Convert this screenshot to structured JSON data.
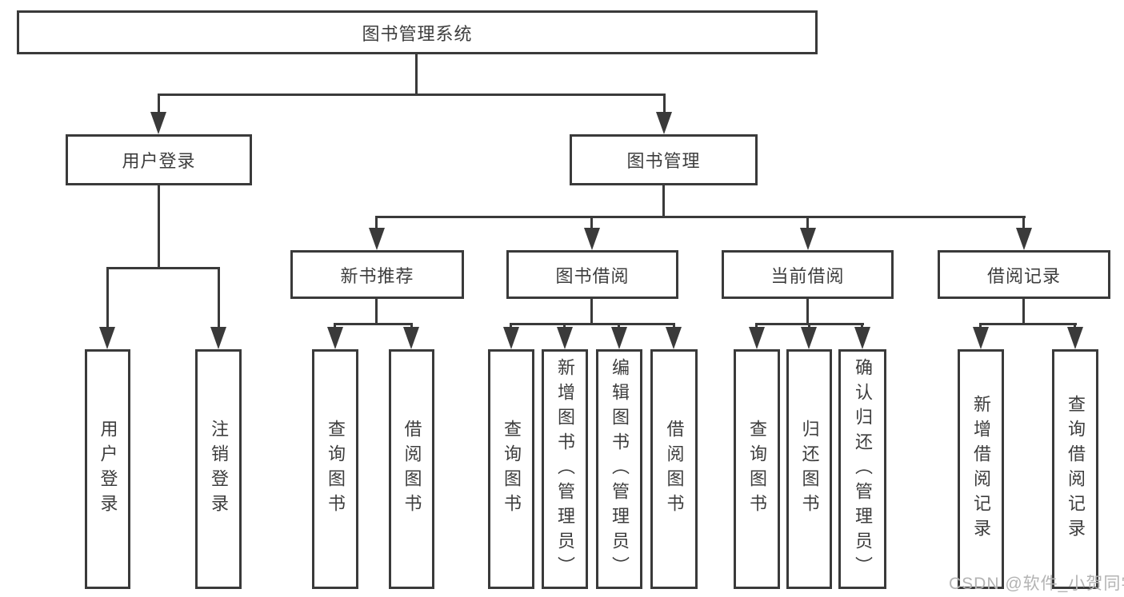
{
  "diagram_title": "图书管理系统",
  "nodes": {
    "root": {
      "label": "图书管理系统"
    },
    "user_login": {
      "label": "用户登录"
    },
    "book_mgmt": {
      "label": "图书管理"
    },
    "new_book_rec": {
      "label": "新书推荐"
    },
    "book_borrow": {
      "label": "图书借阅"
    },
    "current_borrow": {
      "label": "当前借阅"
    },
    "borrow_records": {
      "label": "借阅记录"
    }
  },
  "groups": {
    "user_login_children": [
      {
        "label": "用户登录"
      },
      {
        "label": "注销登录"
      }
    ],
    "new_book_children": [
      {
        "label": "查询图书"
      },
      {
        "label": "借阅图书"
      }
    ],
    "book_borrow_children": [
      {
        "label": "查询图书"
      },
      {
        "label": "新增图书（管理员）"
      },
      {
        "label": "编辑图书（管理员）"
      },
      {
        "label": "借阅图书"
      }
    ],
    "current_borrow_children": [
      {
        "label": "查询图书"
      },
      {
        "label": "归还图书"
      },
      {
        "label": "确认归还（管理员）"
      }
    ],
    "borrow_record_children": [
      {
        "label": "新增借阅记录"
      },
      {
        "label": "查询借阅记录"
      }
    ]
  },
  "watermark": {
    "text": "CSDN @软件_小贺同学"
  },
  "colors": {
    "line": "#3a3a3a",
    "text": "#3d3d3d",
    "background": "#ffffff",
    "watermark": "#b3b3b3"
  }
}
